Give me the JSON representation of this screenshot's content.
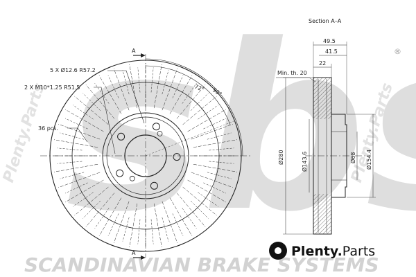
{
  "watermark": {
    "brand_big": "sbs",
    "brand_footer": "SCANDINAVIAN BRAKE SYSTEMS",
    "side_text": "Plenty.Parts",
    "side_text_right": "Plenty.Parts",
    "color": "#d4d4d4"
  },
  "logo": {
    "brand": "Plenty",
    "dot": ".",
    "suffix": "Parts",
    "registered": "®"
  },
  "front_view": {
    "callouts": {
      "bolt_holes": "5 X Ø12.6 R57.2",
      "threaded_holes": "2 X M10*1.25 R51.5",
      "vanes": "36 pcs."
    },
    "angles": {
      "a1": "72°",
      "a2": "90°"
    },
    "section_marker": "A",
    "vane_count": 36,
    "bolt_hole_count": 5
  },
  "section_view": {
    "title": "Section A–A",
    "min_thickness_label": "Min. th. 20",
    "dims": {
      "overall_width": "49.5",
      "hat_width": "41.5",
      "disc_thickness": "22",
      "outer_diameter": "Ø280",
      "center_bore": "Ø68",
      "hub_diameter": "Ø143.6",
      "hat_diameter": "Ø154.4"
    }
  }
}
